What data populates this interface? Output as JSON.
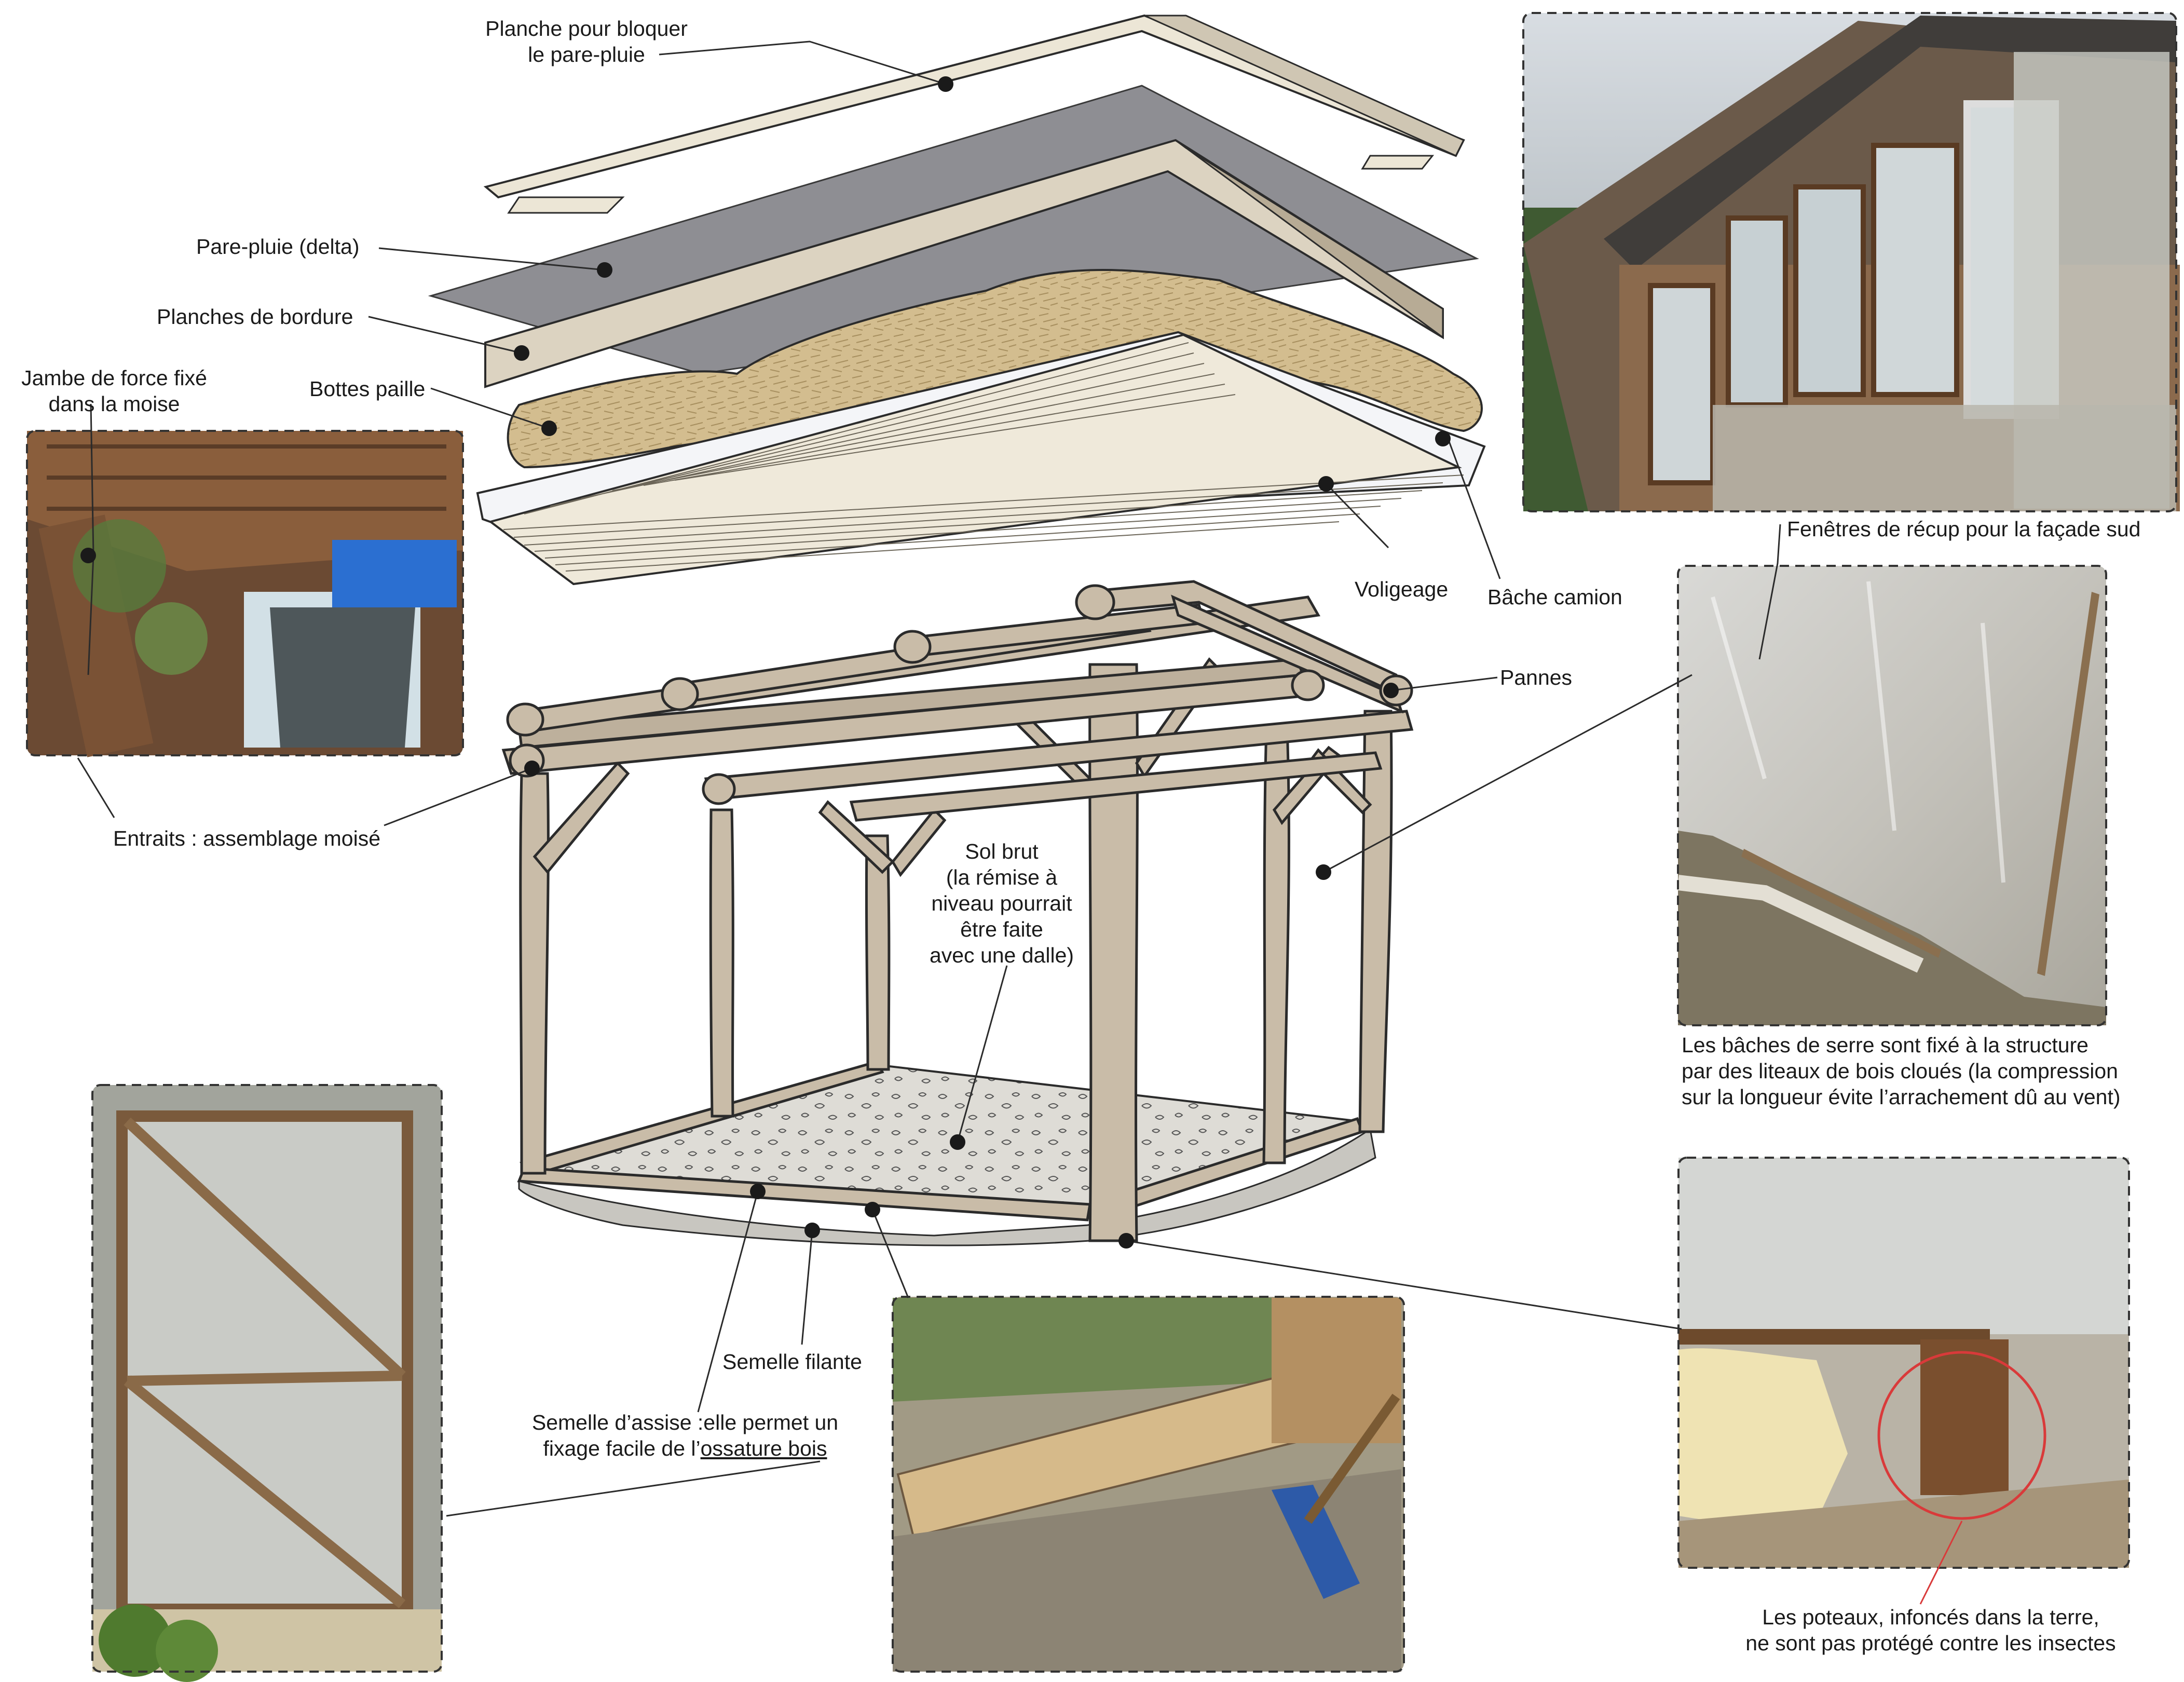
{
  "labels": {
    "planche_pare_pluie": [
      "Planche pour bloquer",
      "le pare-pluie"
    ],
    "pare_pluie": "Pare-pluie (delta)",
    "planches_bordure": "Planches de bordure",
    "bottes_paille": "Bottes paille",
    "jambe_force": [
      "Jambe de force fixé",
      "dans la moise"
    ],
    "voligeage": "Voligeage",
    "bache_camion": "Bâche camion",
    "pannes": "Pannes",
    "entraits": "Entraits : assemblage moisé",
    "sol_brut": [
      "Sol brut",
      "(la rémise à",
      "niveau pourrait",
      "être faite",
      "avec une dalle)"
    ],
    "fenetres": "Fenêtres de récup pour la façade sud",
    "baches_serre": [
      "Les bâches de serre sont fixé à la structure",
      "par des liteaux de bois cloués (la compression",
      "sur la longueur évite l’arrachement dû au vent)"
    ],
    "semelle_filante": "Semelle filante",
    "semelle_assise": [
      "Semelle d’assise :elle permet un",
      "fixage facile de l’",
      "ossature bois"
    ],
    "poteaux": [
      "Les poteaux, infoncés dans la terre,",
      "ne sont pas protégé contre les insectes"
    ]
  },
  "colors": {
    "wood": "#c9bca8",
    "wood_dark": "#a59883",
    "board": "#e7e1d3",
    "membrane": "#8d8d92",
    "straw": "#cdb78a",
    "tarp": "#f3f4f7",
    "gravel": "#d5d4cf",
    "outline": "#2b2b2b",
    "photo_border": "#333333",
    "callout": "#d93a3a"
  },
  "icons": {
    "photo_jambe": "photo-shelter-post",
    "photo_fenetres": "photo-house-windows",
    "photo_baches": "photo-greenhouse-tarp",
    "photo_porte": "photo-door",
    "photo_semelle": "photo-footing",
    "photo_poteau": "photo-post-base"
  }
}
